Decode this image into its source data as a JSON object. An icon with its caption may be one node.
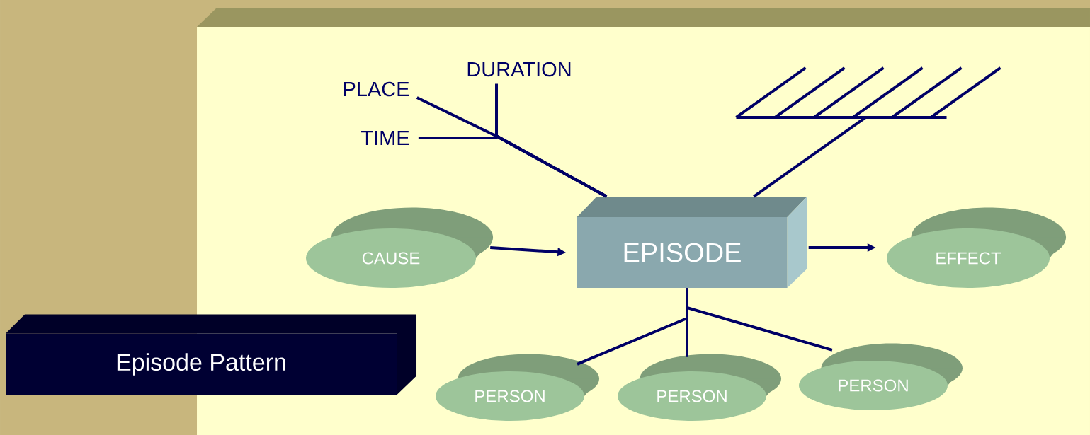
{
  "diagram": {
    "nodes": [
      {
        "text": [
          "EPISODE"
        ]
      },
      {
        "text": [
          "CAUSE"
        ]
      },
      {
        "text": [
          "EFFECT"
        ]
      },
      {
        "text": [
          "PERSON"
        ]
      },
      {
        "text": [
          "PERSON"
        ]
      },
      {
        "text": [
          "PERSON"
        ]
      },
      {
        "text": [
          "PLACE"
        ]
      },
      {
        "text": [
          "TIME"
        ]
      },
      {
        "text": [
          "DURATION"
        ]
      },
      {
        "text": [],
        "shape": "bar"
      },
      {
        "text": [
          "Episode Pattern"
        ]
      }
    ],
    "edges": [
      {
        "from": 1,
        "to": 0,
        "arrow": "to"
      },
      {
        "from": 0,
        "to": 2,
        "arrow": "to"
      },
      {
        "from": 0,
        "to": 3,
        "arrow": "none"
      },
      {
        "from": 0,
        "to": 4,
        "arrow": "none"
      },
      {
        "from": 0,
        "to": 5,
        "arrow": "none"
      },
      {
        "from": 6,
        "to": 0,
        "arrow": "none"
      },
      {
        "from": 7,
        "to": 0,
        "arrow": "none"
      },
      {
        "from": 8,
        "to": 0,
        "arrow": "none"
      },
      {
        "from": 9,
        "to": 0,
        "arrow": "none"
      }
    ]
  }
}
